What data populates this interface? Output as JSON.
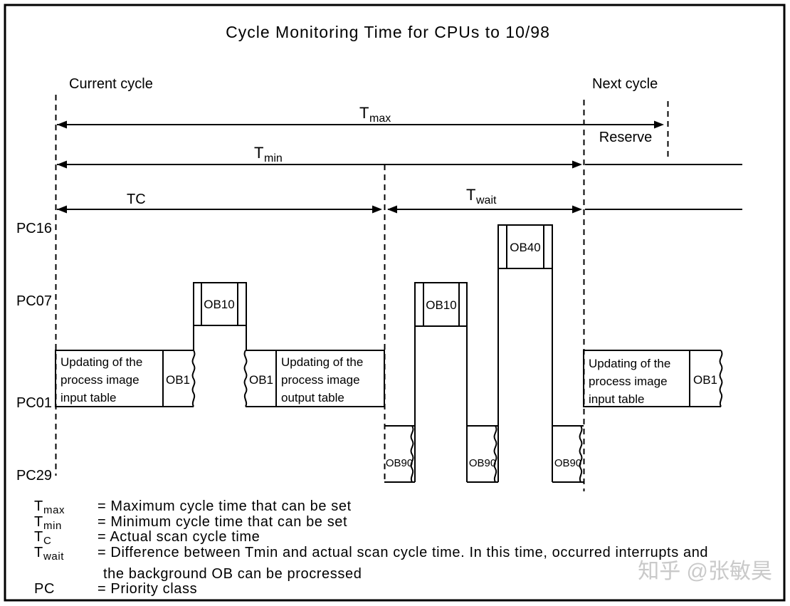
{
  "title": "Cycle Monitoring Time for CPUs to 10/98",
  "cycle_labels": {
    "current": "Current cycle",
    "next": "Next cycle",
    "reserve": "Reserve"
  },
  "timing_labels": {
    "tmax_base": "T",
    "tmax_sub": "max",
    "tmin_base": "T",
    "tmin_sub": "min",
    "tc": "TC",
    "twait_base": "T",
    "twait_sub": "wait"
  },
  "priority_classes": {
    "pc16": "PC16",
    "pc07": "PC07",
    "pc01": "PC01",
    "pc29": "PC29"
  },
  "blocks": {
    "update_input": [
      "Updating of the",
      "process image",
      "input table"
    ],
    "update_output": [
      "Updating of the",
      "process image",
      "output table"
    ],
    "ob1": "OB1",
    "ob10": "OB10",
    "ob40": "OB40",
    "ob90": "OB90"
  },
  "legend": {
    "rows": [
      {
        "base": "T",
        "sub": "max",
        "text": "= Maximum cycle time that can be set"
      },
      {
        "base": "T",
        "sub": "min",
        "text": "= Minimum cycle time that can be set"
      },
      {
        "base": "T",
        "sub": "C",
        "text": "= Actual scan cycle time"
      },
      {
        "base": "T",
        "sub": "wait",
        "text": "= Difference between Tmin and actual scan cycle time. In this time, occurred interrupts and"
      },
      {
        "base": "",
        "sub": "",
        "text": "the background OB can be procressed"
      },
      {
        "base": "PC",
        "sub": "",
        "text": "= Priority class"
      }
    ]
  },
  "watermark": "知乎 @张敏昊",
  "colors": {
    "ink": "#000000",
    "background": "#ffffff",
    "watermark": "#c9c9c9"
  }
}
